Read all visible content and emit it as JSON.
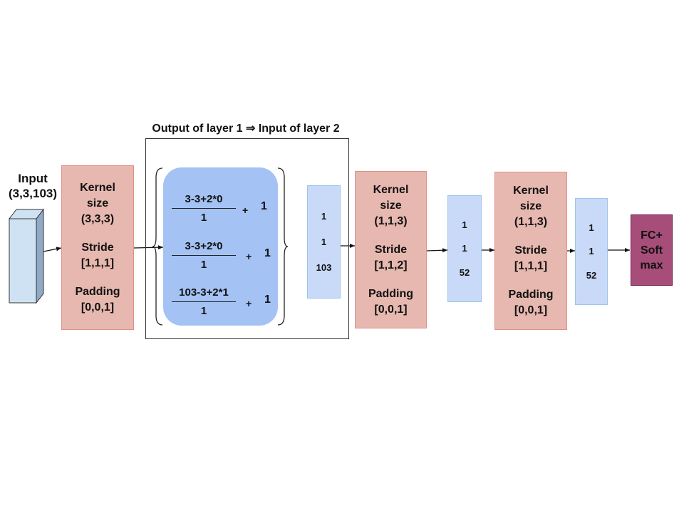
{
  "input": {
    "label_line1": "Input",
    "label_line2": "(3,3,103)"
  },
  "frame_title": "Output of layer 1 ⇒ Input of layer 2",
  "layers": [
    {
      "kernel_label": "Kernel",
      "size_label": "size",
      "kernel_value": "(3,3,3)",
      "stride_label": "Stride",
      "stride_value": "[1,1,1]",
      "padding_label": "Padding",
      "padding_value": "[0,0,1]"
    },
    {
      "kernel_label": "Kernel",
      "size_label": "size",
      "kernel_value": "(1,1,3)",
      "stride_label": "Stride",
      "stride_value": "[1,1,2]",
      "padding_label": "Padding",
      "padding_value": "[0,0,1]"
    },
    {
      "kernel_label": "Kernel",
      "size_label": "size",
      "kernel_value": "(1,1,3)",
      "stride_label": "Stride",
      "stride_value": "[1,1,1]",
      "padding_label": "Padding",
      "padding_value": "[0,0,1]"
    }
  ],
  "calculations": [
    {
      "numerator": "3-3+2*0",
      "denominator": "1",
      "plus": "+",
      "one": "1"
    },
    {
      "numerator": "3-3+2*0",
      "denominator": "1",
      "plus": "+",
      "one": "1"
    },
    {
      "numerator": "103-3+2*1",
      "denominator": "1",
      "plus": "+",
      "one": "1"
    }
  ],
  "volumes": [
    [
      "1",
      "1",
      "103"
    ],
    [
      "1",
      "1",
      "52"
    ],
    [
      "1",
      "1",
      "52"
    ]
  ],
  "output": {
    "line1": "FC+",
    "line2": "Soft",
    "line3": "max"
  },
  "colors": {
    "layer_fill": "#e6b8af",
    "volume_fill": "#c9daf8",
    "calc_fill": "#a4c2f4",
    "output_fill": "#a64d79",
    "input_cube": "#cfe2f3"
  }
}
